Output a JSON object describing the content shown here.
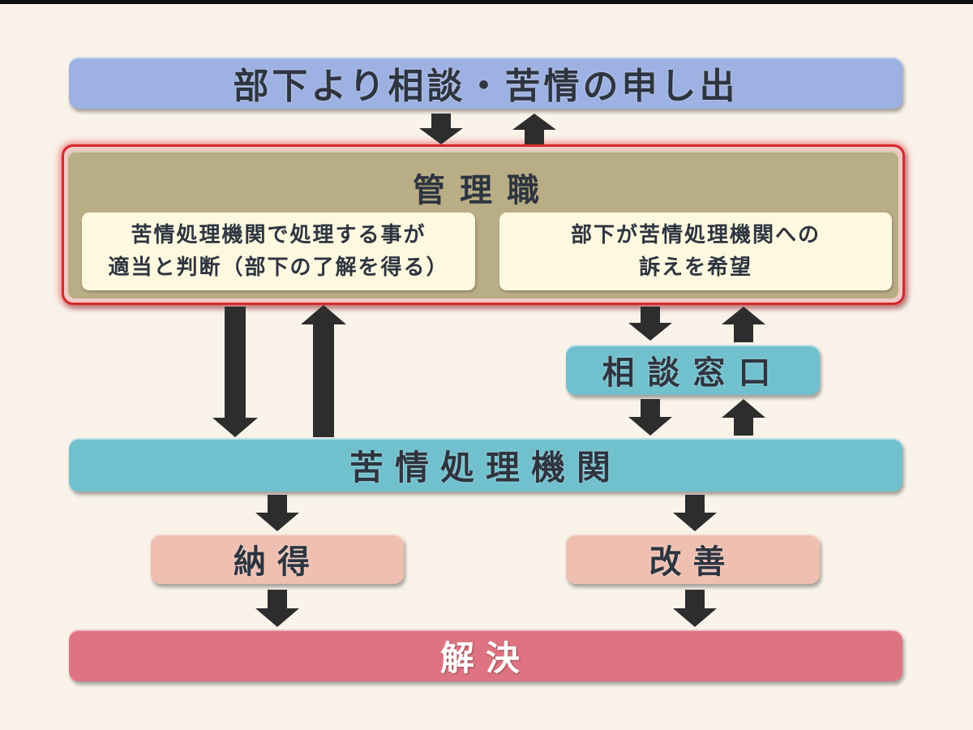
{
  "diagram": {
    "top": "部下より相談・苦情の申し出",
    "manager": {
      "title": "管理職",
      "left_option": [
        "苦情処理機関で処理する事が",
        "適当と判断（部下の了解を得る）"
      ],
      "right_option": [
        "部下が苦情処理機関への",
        "訴えを希望"
      ]
    },
    "consult_window": "相談窓口",
    "grievance_agency": "苦情処理機関",
    "acceptance": "納得",
    "improvement": "改善",
    "resolution": "解決"
  },
  "colors": {
    "top_box": "#9db1e2",
    "manager_box": "#b9ad86",
    "manager_border": "#d7282f",
    "option_box": "#fdf8e0",
    "teal_box": "#70c0cd",
    "peach_box": "#efc0b1",
    "resolution_box": "#de7481",
    "arrow": "#2d2d2d"
  }
}
